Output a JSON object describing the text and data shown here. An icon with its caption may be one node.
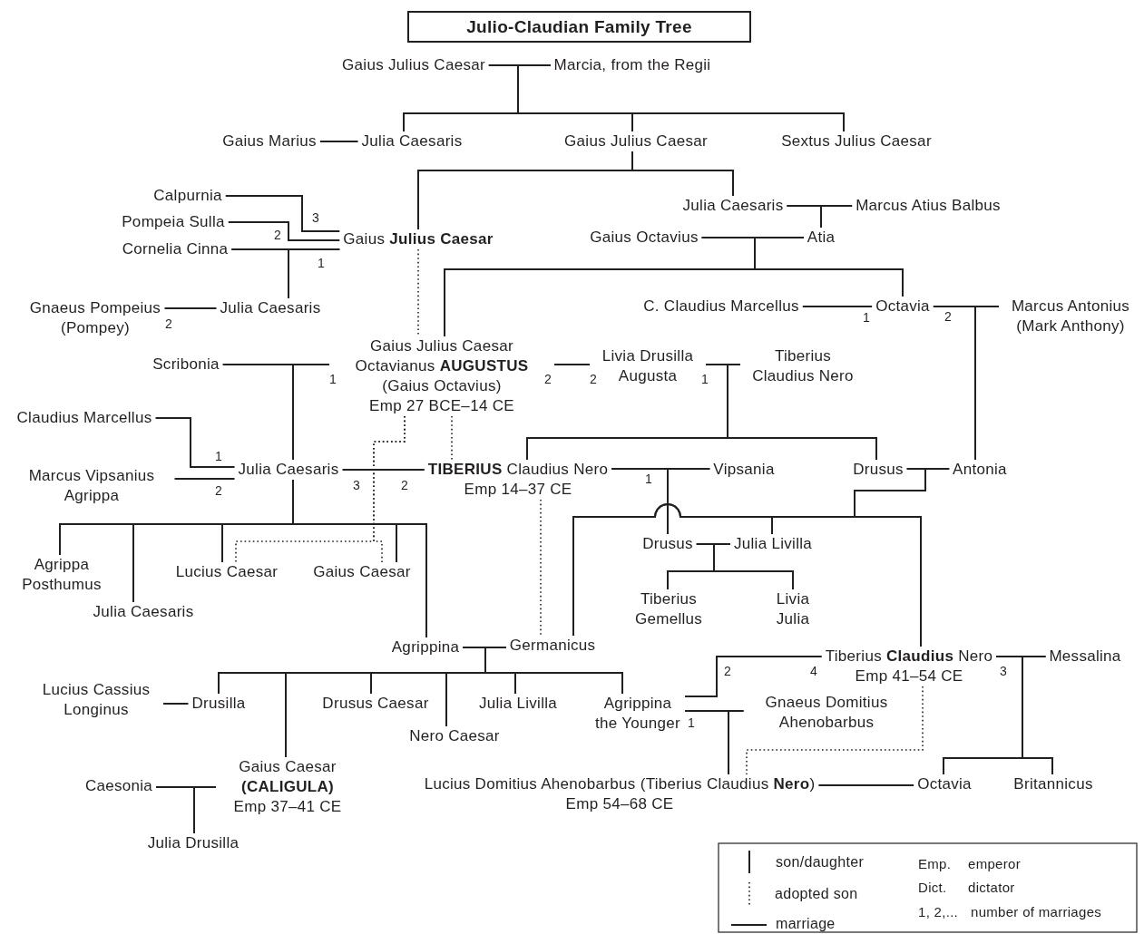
{
  "diagram": {
    "title": "Julio-Claudian Family Tree",
    "nodes": [
      {
        "text": [
          "Gaius Julius Caesar"
        ]
      },
      {
        "text": [
          "Marcia, from the Regii"
        ]
      },
      {
        "text": [
          "Gaius Marius"
        ]
      },
      {
        "text": [
          "Julia Caesaris"
        ]
      },
      {
        "text": [
          "Gaius Julius Caesar"
        ]
      },
      {
        "text": [
          "Sextus Julius Caesar"
        ]
      },
      {
        "text": [
          "Calpurnia"
        ]
      },
      {
        "text": [
          "Julia Caesaris"
        ]
      },
      {
        "text": [
          "Marcus Atius Balbus"
        ]
      },
      {
        "text": [
          "Pompeia Sulla"
        ]
      },
      {
        "text": [
          "Gaius **Julius Caesar**"
        ]
      },
      {
        "text": [
          "Gaius Octavius"
        ]
      },
      {
        "text": [
          "Atia"
        ]
      },
      {
        "text": [
          "Cornelia Cinna"
        ]
      },
      {
        "text": [
          "C. Claudius Marcellus"
        ]
      },
      {
        "text": [
          "Octavia"
        ]
      },
      {
        "text": [
          "Marcus Antonius (Mark Anthony)"
        ]
      },
      {
        "text": [
          "Gnaeus Pompeius (Pompey)"
        ]
      },
      {
        "text": [
          "Julia Caesaris"
        ]
      },
      {
        "text": [
          "Scribonia"
        ]
      },
      {
        "text": [
          "Gaius Julius Caesar Octavianus **AUGUSTUS** (Gaius Octavius)",
          "Emp 27 BCE–14 CE"
        ]
      },
      {
        "text": [
          "Livia Drusilla Augusta"
        ]
      },
      {
        "text": [
          "Tiberius Claudius Nero"
        ]
      },
      {
        "text": [
          "Claudius Marcellus"
        ]
      },
      {
        "text": [
          "Marcus Vipsanius Agrippa"
        ]
      },
      {
        "text": [
          "Julia Caesaris"
        ]
      },
      {
        "text": [
          "**TIBERIUS** Claudius Nero",
          "Emp 14–37 CE"
        ]
      },
      {
        "text": [
          "Vipsania"
        ]
      },
      {
        "text": [
          "Drusus"
        ]
      },
      {
        "text": [
          "Antonia"
        ]
      },
      {
        "text": [
          "Drusus"
        ]
      },
      {
        "text": [
          "Julia Livilla"
        ]
      },
      {
        "text": [
          "Agrippa Posthumus"
        ]
      },
      {
        "text": [
          "Lucius Caesar"
        ]
      },
      {
        "text": [
          "Gaius Caesar"
        ]
      },
      {
        "text": [
          "Tiberius Gemellus"
        ]
      },
      {
        "text": [
          "Livia Julia"
        ]
      },
      {
        "text": [
          "Julia Caesaris"
        ]
      },
      {
        "text": [
          "Agrippina"
        ]
      },
      {
        "text": [
          "Germanicus"
        ]
      },
      {
        "text": [
          "Tiberius **Claudius** Nero",
          "Emp 41–54 CE"
        ]
      },
      {
        "text": [
          "Messalina"
        ]
      },
      {
        "text": [
          "Lucius Cassius Longinus"
        ]
      },
      {
        "text": [
          "Drusilla"
        ]
      },
      {
        "text": [
          "Drusus Caesar"
        ]
      },
      {
        "text": [
          "Julia Livilla"
        ]
      },
      {
        "text": [
          "Agrippina the Younger"
        ]
      },
      {
        "text": [
          "Gnaeus Domitius Ahenobarbus"
        ]
      },
      {
        "text": [
          "Nero Caesar"
        ]
      },
      {
        "text": [
          "Gaius Caesar **(CALIGULA)**",
          "Emp 37–41 CE"
        ]
      },
      {
        "text": [
          "Caesonia"
        ]
      },
      {
        "text": [
          "Lucius Domitius Ahenobarbus (Tiberius Claudius **Nero**)",
          "Emp 54–68 CE"
        ]
      },
      {
        "text": [
          "Octavia"
        ]
      },
      {
        "text": [
          "Britannicus"
        ]
      },
      {
        "text": [
          "Julia Drusilla"
        ]
      }
    ],
    "edges": [
      {
        "from": 0,
        "to": 1,
        "arrow": "none"
      },
      {
        "from": 0,
        "to": 3,
        "arrow": "none"
      },
      {
        "from": 1,
        "to": 3,
        "arrow": "none"
      },
      {
        "from": 0,
        "to": 4,
        "arrow": "none"
      },
      {
        "from": 1,
        "to": 4,
        "arrow": "none"
      },
      {
        "from": 0,
        "to": 5,
        "arrow": "none"
      },
      {
        "from": 1,
        "to": 5,
        "arrow": "none"
      },
      {
        "from": 2,
        "to": 3,
        "arrow": "none"
      },
      {
        "from": 4,
        "to": 10,
        "arrow": "none"
      },
      {
        "from": 4,
        "to": 7,
        "arrow": "none"
      },
      {
        "from": 7,
        "to": 8,
        "arrow": "none"
      },
      {
        "from": 7,
        "to": 12,
        "arrow": "none"
      },
      {
        "from": 8,
        "to": 12,
        "arrow": "none"
      },
      {
        "from": 11,
        "to": 12,
        "arrow": "none"
      },
      {
        "from": 11,
        "to": 20,
        "arrow": "none"
      },
      {
        "from": 12,
        "to": 20,
        "arrow": "none"
      },
      {
        "from": 11,
        "to": 15,
        "arrow": "none"
      },
      {
        "from": 12,
        "to": 15,
        "arrow": "none"
      },
      {
        "from": 6,
        "to": 10,
        "arrow": "none"
      },
      {
        "from": 9,
        "to": 10,
        "arrow": "none"
      },
      {
        "from": 13,
        "to": 10,
        "arrow": "none"
      },
      {
        "from": 13,
        "to": 18,
        "arrow": "none"
      },
      {
        "from": 10,
        "to": 18,
        "arrow": "none"
      },
      {
        "from": 17,
        "to": 18,
        "arrow": "none"
      },
      {
        "from": 10,
        "to": 20,
        "arrow": "none",
        "style": "dashed"
      },
      {
        "from": 14,
        "to": 15,
        "arrow": "none"
      },
      {
        "from": 15,
        "to": 16,
        "arrow": "none"
      },
      {
        "from": 15,
        "to": 29,
        "arrow": "none"
      },
      {
        "from": 16,
        "to": 29,
        "arrow": "none"
      },
      {
        "from": 19,
        "to": 20,
        "arrow": "none"
      },
      {
        "from": 19,
        "to": 25,
        "arrow": "none"
      },
      {
        "from": 20,
        "to": 25,
        "arrow": "none"
      },
      {
        "from": 20,
        "to": 21,
        "arrow": "none"
      },
      {
        "from": 21,
        "to": 22,
        "arrow": "none"
      },
      {
        "from": 21,
        "to": 26,
        "arrow": "none"
      },
      {
        "from": 22,
        "to": 26,
        "arrow": "none"
      },
      {
        "from": 21,
        "to": 28,
        "arrow": "none"
      },
      {
        "from": 22,
        "to": 28,
        "arrow": "none"
      },
      {
        "from": 20,
        "to": 26,
        "arrow": "none",
        "style": "dashed"
      },
      {
        "from": 20,
        "to": 33,
        "arrow": "none",
        "style": "dashed"
      },
      {
        "from": 20,
        "to": 34,
        "arrow": "none",
        "style": "dashed"
      },
      {
        "from": 23,
        "to": 25,
        "arrow": "none"
      },
      {
        "from": 24,
        "to": 25,
        "arrow": "none"
      },
      {
        "from": 25,
        "to": 26,
        "arrow": "none"
      },
      {
        "from": 25,
        "to": 32,
        "arrow": "none"
      },
      {
        "from": 25,
        "to": 37,
        "arrow": "none"
      },
      {
        "from": 25,
        "to": 33,
        "arrow": "none"
      },
      {
        "from": 25,
        "to": 34,
        "arrow": "none"
      },
      {
        "from": 25,
        "to": 38,
        "arrow": "none"
      },
      {
        "from": 26,
        "to": 27,
        "arrow": "none"
      },
      {
        "from": 26,
        "to": 30,
        "arrow": "none"
      },
      {
        "from": 27,
        "to": 30,
        "arrow": "none"
      },
      {
        "from": 28,
        "to": 29,
        "arrow": "none"
      },
      {
        "from": 28,
        "to": 39,
        "arrow": "none"
      },
      {
        "from": 29,
        "to": 39,
        "arrow": "none"
      },
      {
        "from": 28,
        "to": 31,
        "arrow": "none"
      },
      {
        "from": 29,
        "to": 31,
        "arrow": "none"
      },
      {
        "from": 28,
        "to": 40,
        "arrow": "none"
      },
      {
        "from": 29,
        "to": 40,
        "arrow": "none"
      },
      {
        "from": 30,
        "to": 31,
        "arrow": "none"
      },
      {
        "from": 30,
        "to": 35,
        "arrow": "none"
      },
      {
        "from": 31,
        "to": 35,
        "arrow": "none"
      },
      {
        "from": 30,
        "to": 36,
        "arrow": "none"
      },
      {
        "from": 31,
        "to": 36,
        "arrow": "none"
      },
      {
        "from": 38,
        "to": 39,
        "arrow": "none"
      },
      {
        "from": 38,
        "to": 43,
        "arrow": "none"
      },
      {
        "from": 39,
        "to": 43,
        "arrow": "none"
      },
      {
        "from": 38,
        "to": 49,
        "arrow": "none"
      },
      {
        "from": 39,
        "to": 49,
        "arrow": "none"
      },
      {
        "from": 38,
        "to": 44,
        "arrow": "none"
      },
      {
        "from": 39,
        "to": 44,
        "arrow": "none"
      },
      {
        "from": 38,
        "to": 48,
        "arrow": "none"
      },
      {
        "from": 39,
        "to": 48,
        "arrow": "none"
      },
      {
        "from": 38,
        "to": 45,
        "arrow": "none"
      },
      {
        "from": 39,
        "to": 45,
        "arrow": "none"
      },
      {
        "from": 38,
        "to": 46,
        "arrow": "none"
      },
      {
        "from": 39,
        "to": 46,
        "arrow": "none"
      },
      {
        "from": 26,
        "to": 39,
        "arrow": "none",
        "style": "dashed"
      },
      {
        "from": 42,
        "to": 43,
        "arrow": "none"
      },
      {
        "from": 50,
        "to": 49,
        "arrow": "none"
      },
      {
        "from": 50,
        "to": 54,
        "arrow": "none"
      },
      {
        "from": 49,
        "to": 54,
        "arrow": "none"
      },
      {
        "from": 46,
        "to": 47,
        "arrow": "none"
      },
      {
        "from": 46,
        "to": 51,
        "arrow": "none"
      },
      {
        "from": 47,
        "to": 51,
        "arrow": "none"
      },
      {
        "from": 46,
        "to": 40,
        "arrow": "none"
      },
      {
        "from": 40,
        "to": 41,
        "arrow": "none"
      },
      {
        "from": 40,
        "to": 52,
        "arrow": "none"
      },
      {
        "from": 41,
        "to": 52,
        "arrow": "none"
      },
      {
        "from": 40,
        "to": 53,
        "arrow": "none"
      },
      {
        "from": 41,
        "to": 53,
        "arrow": "none"
      },
      {
        "from": 40,
        "to": 51,
        "arrow": "none",
        "style": "dashed"
      },
      {
        "from": 51,
        "to": 52,
        "arrow": "none"
      }
    ],
    "labels": [
      "3",
      "2",
      "1",
      "1",
      "2",
      "2",
      "1",
      "2",
      "2",
      "1",
      "1",
      "1",
      "3",
      "2",
      "2",
      "2",
      "4",
      "3",
      "1",
      "Emp.",
      "emperor",
      "Dict.",
      "dictator",
      "1, 2,...",
      "number of marriages"
    ],
    "legend": [
      {
        "text": "son/daughter"
      },
      {
        "text": "adopted son"
      },
      {
        "text": "marriage"
      }
    ]
  }
}
